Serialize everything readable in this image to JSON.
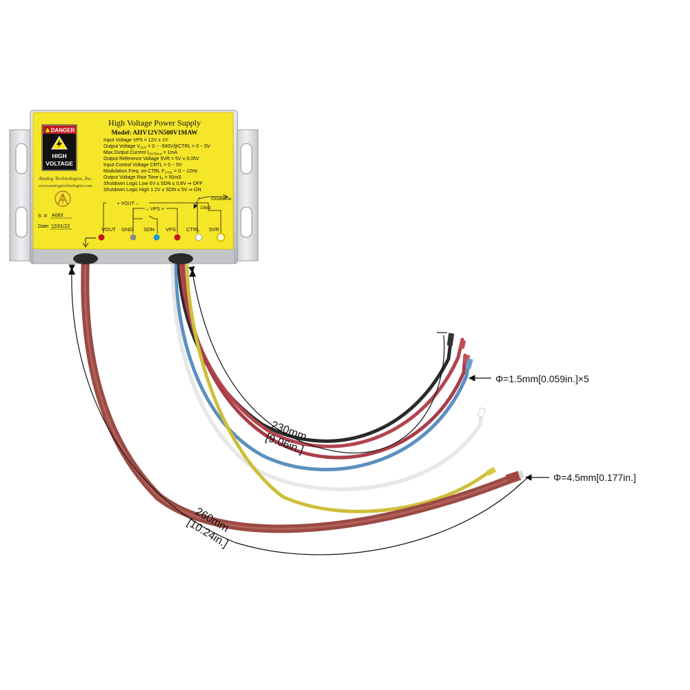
{
  "label": {
    "title": "High Voltage Power Supply",
    "model": "Model: AHV12VN500V1MAW",
    "specs": [
      "Input Voltage VPS = 12V ± 1V",
      "Output Voltage V",
      "OUT",
      " = 0 ~ -500V@CTRL = 0 ~ 5V",
      "Max.Output Current I",
      "OUTMAX",
      " = 1mA",
      "Output Reference Voltage 5VR = 5V ± 0.05V",
      "Input Control Voltage CRTL = 0 ~ 5V",
      "Modulation Freq. on CTRL F",
      "CTRL",
      " = 0 ~ 12Hz",
      "Output Voltage Rise Time t",
      "R",
      " = 50mS",
      "Shutdown Logic Low 0V ≤ SDN ≤ 0.8V ⇒ OFF",
      "Shutdown Logic High 1.2V ≤ SDN ≤ 5V ⇒ ON"
    ],
    "danger_header": "DANGER",
    "danger_line1": "HIGH",
    "danger_line2": "VOLTAGE",
    "company": "Analog Technologies, Inc.",
    "website": "www.analogtechnologies.com",
    "serial_label": "S. #:",
    "serial_value": "A083",
    "date_label": "Date:",
    "date_value": "12/01/22",
    "schematic": {
      "vout_arrow": "+ VOUT –",
      "vps_arrow": "– VPS +",
      "clockwise": "Clockwise",
      "pot": "10kΩ"
    },
    "terminals": [
      "VOUT",
      "GND",
      "SDN",
      "VPS",
      "CTRL",
      "5VR"
    ]
  },
  "dimensions": {
    "thin_length_mm": "230mm",
    "thin_length_in": "[9.06in.]",
    "thick_length_mm": "260mm",
    "thick_length_in": "[10.24in.]",
    "thin_diameter": "Φ=1.5mm[0.059in.]×5",
    "thick_diameter": "Φ=4.5mm[0.177in.]"
  },
  "colors": {
    "label_yellow": "#f5e62a",
    "housing": "#d9dadc",
    "thick_wire": "#9b4a44",
    "red_wire": "#b2454f",
    "blue_wire": "#5b90bf",
    "white_wire": "#f2f2f2",
    "yellow_wire": "#cdbf3a",
    "black_wire": "#2a2a2a",
    "terminal_red": "#c4161c",
    "terminal_blue": "#1a9ad6",
    "terminal_gray": "#8a8a8a"
  }
}
